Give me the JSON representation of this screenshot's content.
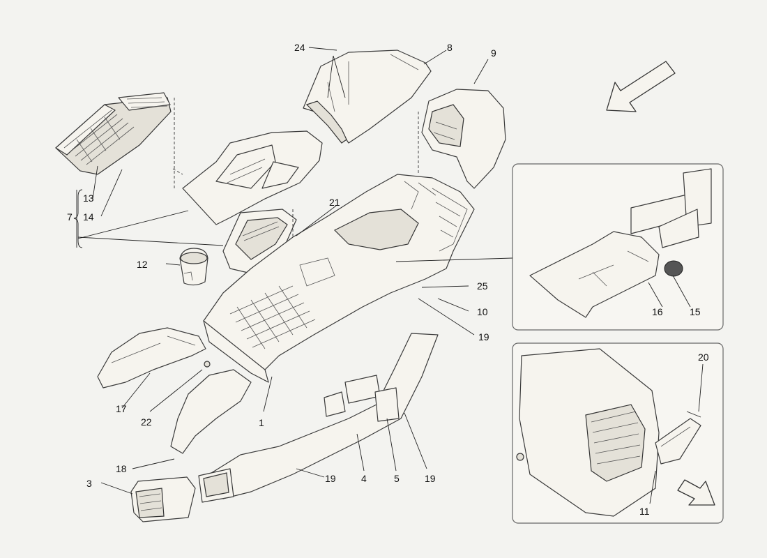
{
  "callouts": {
    "c1": "1",
    "c3": "3",
    "c4": "4",
    "c5": "5",
    "c7": "7",
    "c8": "8",
    "c9": "9",
    "c10": "10",
    "c11": "11",
    "c12": "12",
    "c13": "13",
    "c14": "14",
    "c15": "15",
    "c16": "16",
    "c17": "17",
    "c18": "18",
    "c19a": "19",
    "c19b": "19",
    "c19c": "19",
    "c20": "20",
    "c21": "21",
    "c22": "22",
    "c24": "24",
    "c25": "25"
  },
  "icons": {
    "view_arrow_top": "direction-arrow-icon",
    "view_arrow_bottom": "direction-arrow-icon"
  }
}
